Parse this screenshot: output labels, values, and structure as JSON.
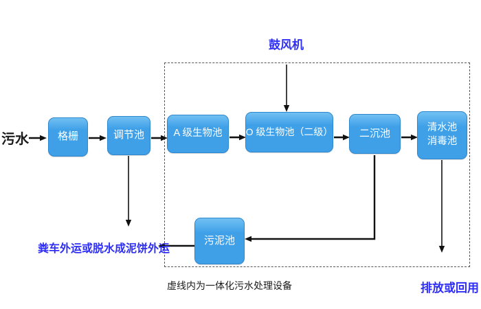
{
  "colors": {
    "box_fill": "#3FA0E8",
    "box_fill_light": "#71C0F2",
    "box_border": "#2E86CD",
    "label_blue": "#2E2EF5",
    "text_black": "#1A1A1A",
    "arrow": "#111111",
    "dashed_border": "#555555",
    "bg": "#FFFFFF"
  },
  "nodes": {
    "influent": "污水",
    "grid": "格栅",
    "regulating_tank": "调节池",
    "a_bio_tank": "A 级生物池",
    "o_bio_tank": "O 级生物池（二级）",
    "secondary_clarifier": "二沉池",
    "clearwater_line1": "清水池",
    "clearwater_line2": "消毒池",
    "sludge_tank": "污泥池"
  },
  "labels": {
    "blower": "鼓风机",
    "sludge_transport": "粪车外运或脱水成泥饼外运",
    "discharge": "排放或回用",
    "boundary_note": "虚线内为一体化污水处理设备"
  },
  "edges": [
    {
      "from": "污水",
      "to": "格栅"
    },
    {
      "from": "格栅",
      "to": "调节池"
    },
    {
      "from": "调节池",
      "to": "A 级生物池"
    },
    {
      "from": "调节池",
      "to": "粪车外运或脱水成泥饼外运"
    },
    {
      "from": "A 级生物池",
      "to": "O 级生物池（二级）"
    },
    {
      "from": "鼓风机",
      "to": "O 级生物池（二级）"
    },
    {
      "from": "O 级生物池（二级）",
      "to": "二沉池"
    },
    {
      "from": "二沉池",
      "to": "清水池消毒池"
    },
    {
      "from": "二沉池",
      "to": "污泥池"
    },
    {
      "from": "污泥池",
      "to": "粪车外运或脱水成泥饼外运"
    },
    {
      "from": "清水池消毒池",
      "to": "排放或回用"
    }
  ]
}
